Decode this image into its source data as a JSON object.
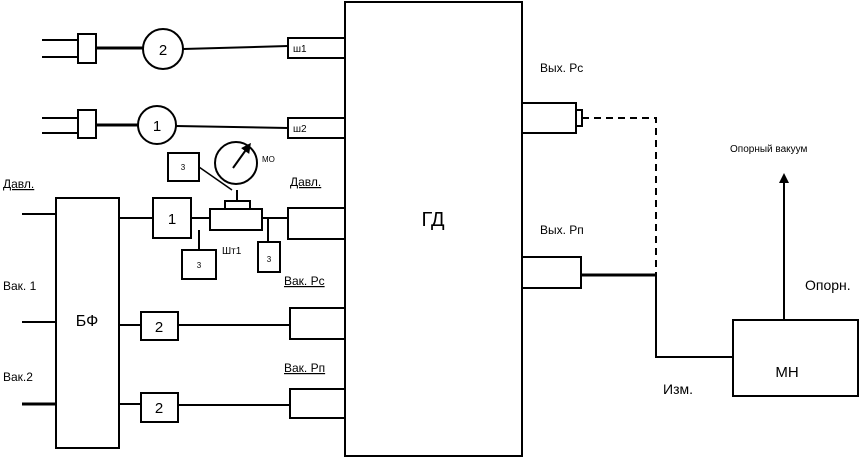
{
  "diagram": {
    "main_block": "ГД",
    "filter_block": "БФ",
    "pump_block": "МН",
    "connectors": {
      "sh1": "ш1",
      "sh2": "ш2"
    },
    "gauges": {
      "g2": "2",
      "g1": "1"
    },
    "manometer": "МО",
    "valve": "Шт1",
    "unit_1": "1",
    "unit_2a": "2",
    "unit_2b": "2",
    "unit_3_top": "3",
    "unit_3_left": "3",
    "unit_3_right": "3",
    "inputs": {
      "pressure": "Давл.",
      "vac1": "Вак. 1",
      "vac2": "Вак.2"
    },
    "ports": {
      "pressure": "Давл.",
      "vac_pc": "Вак. Рс",
      "vac_pp": "Вак. Рп",
      "out_pc": "Вых. Рс",
      "out_pp": "Вых. Рп"
    },
    "pump": {
      "meas": "Изм.",
      "ref": "Опорн.",
      "ref_vacuum": "Опорный вакуум"
    }
  }
}
